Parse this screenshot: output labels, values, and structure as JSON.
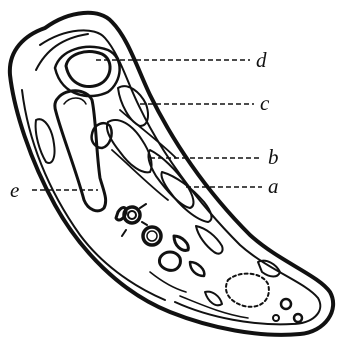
{
  "labels": {
    "d": "d",
    "c": "c",
    "b": "b",
    "a": "a",
    "e": "e"
  }
}
